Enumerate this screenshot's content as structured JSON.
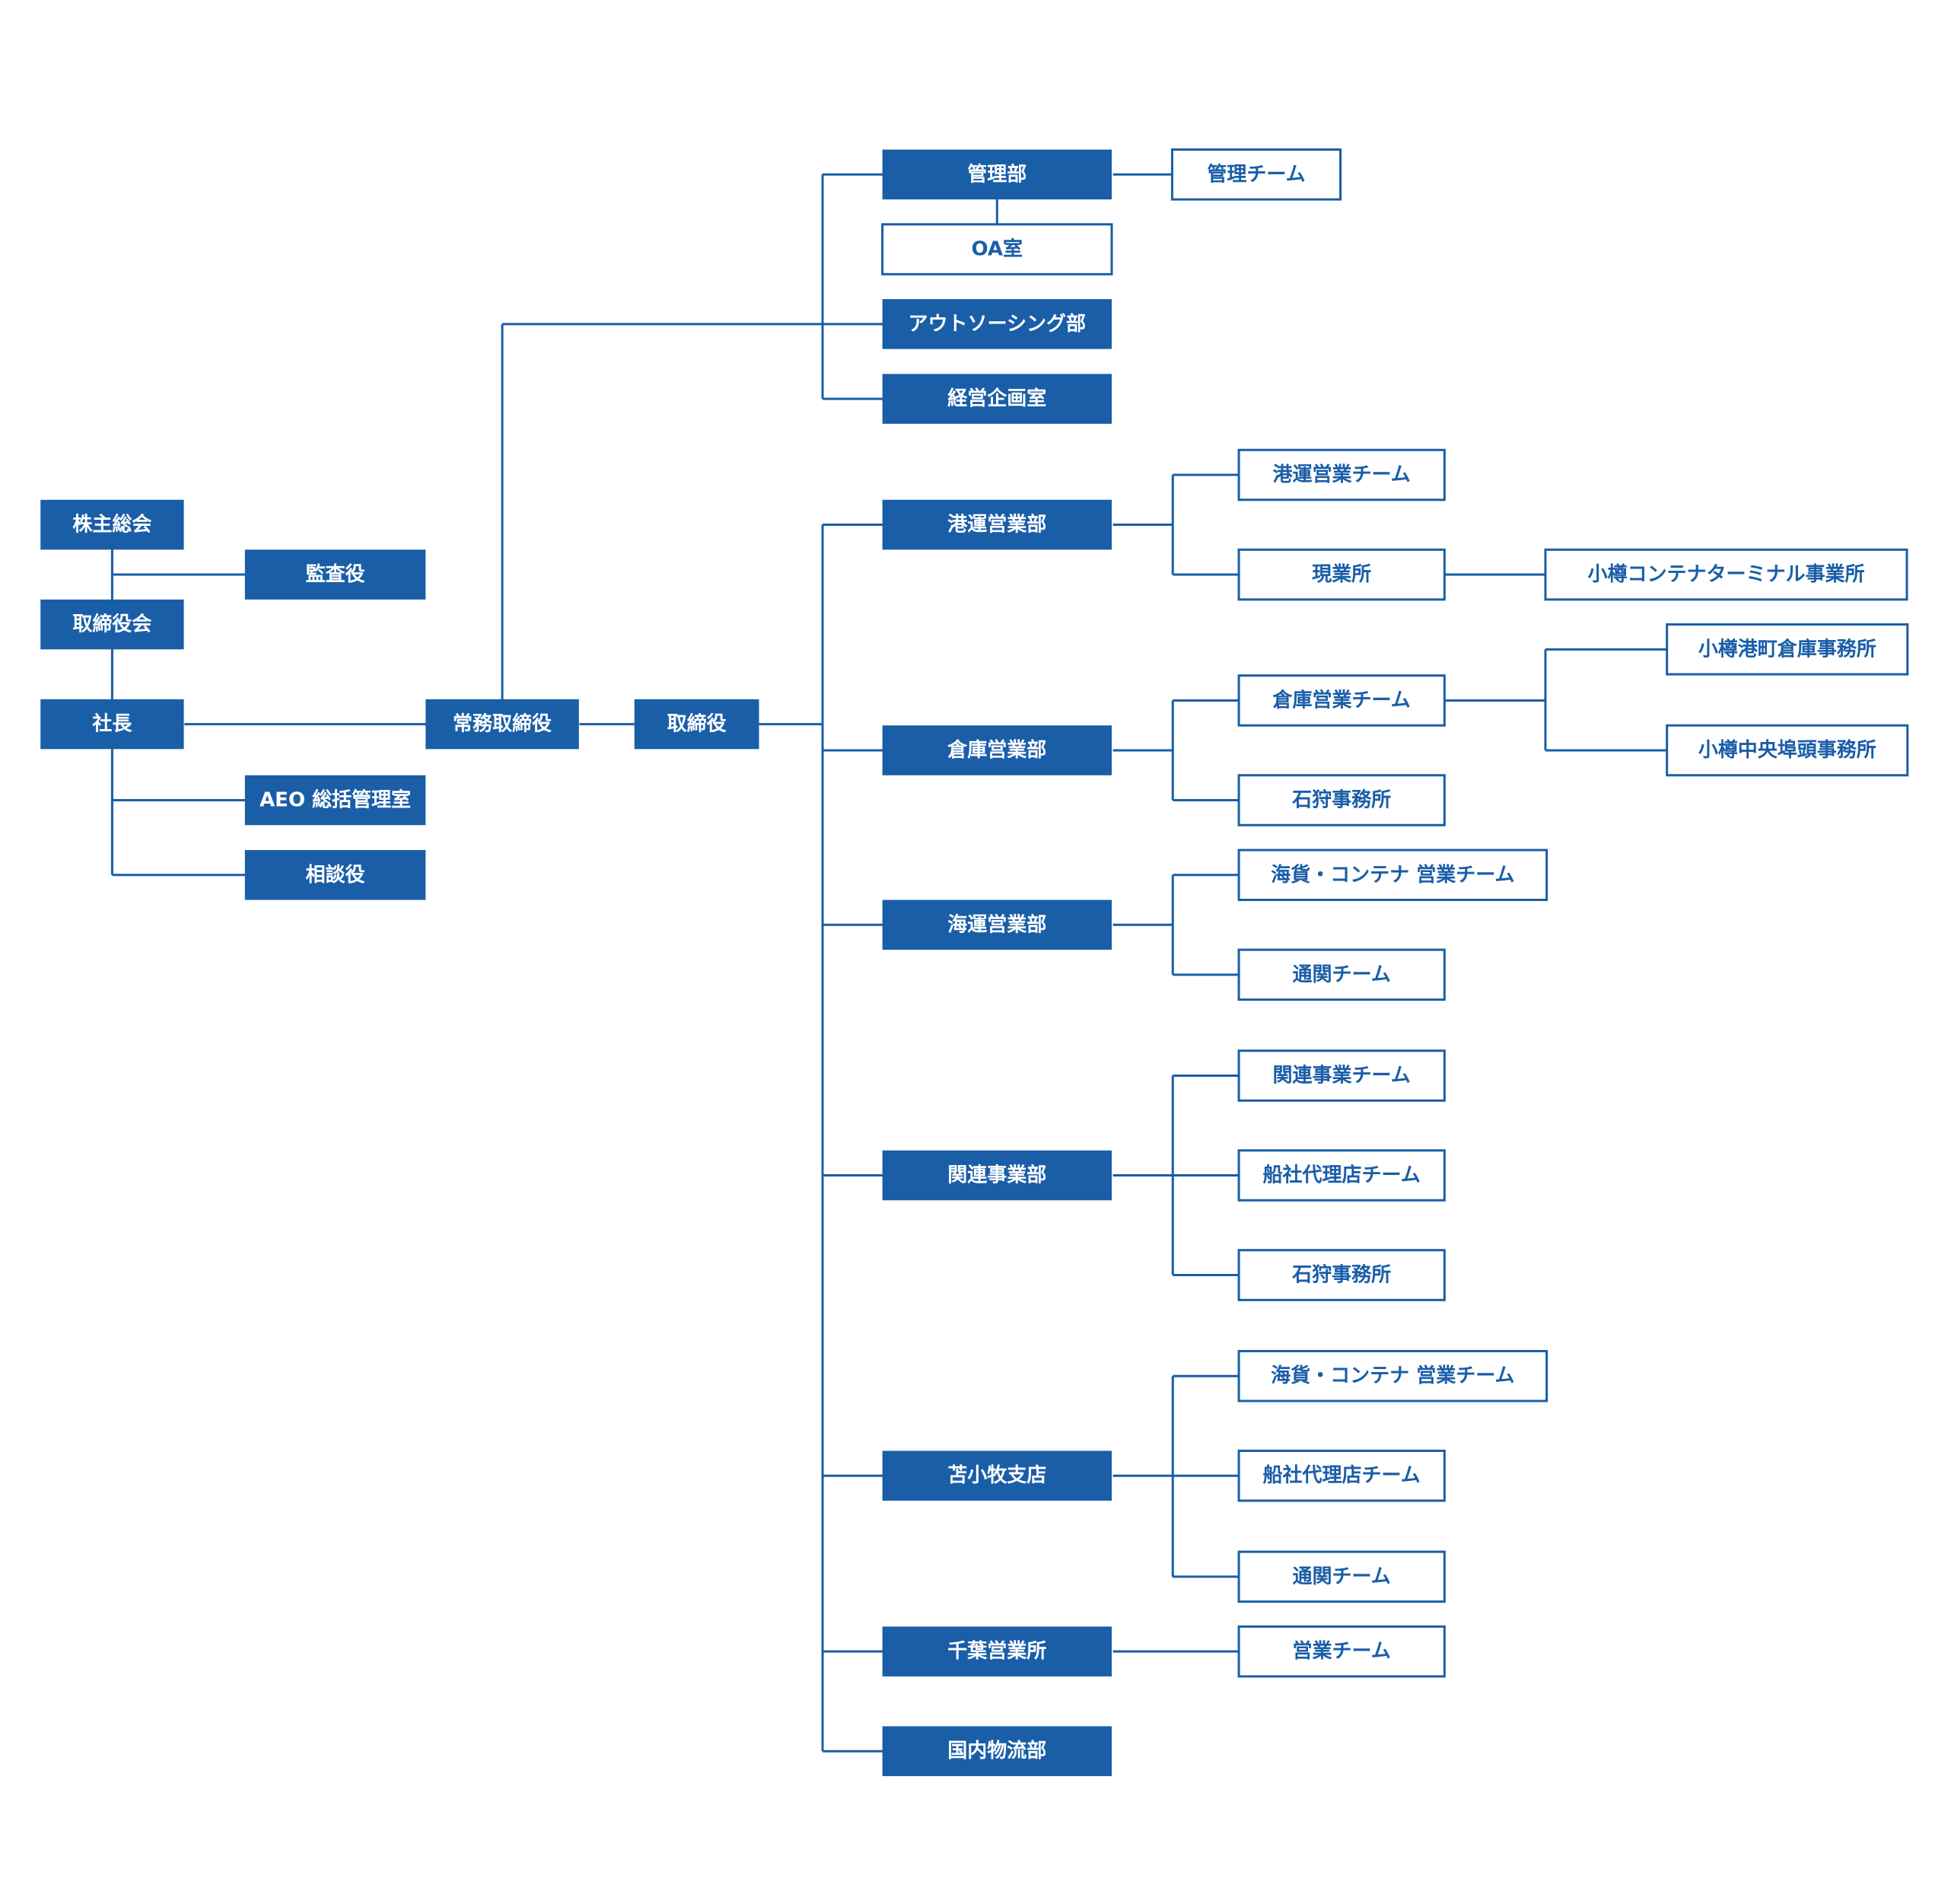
{
  "colors": {
    "primary": "#1a5ea8",
    "text_on_dark": "#ffffff",
    "background": "#ffffff"
  },
  "executive": {
    "shareholders": "株主総会",
    "auditor": "監査役",
    "board": "取締役会",
    "president": "社長",
    "aeo": "AEO 総括管理室",
    "advisor": "相談役",
    "managing_director": "常務取締役",
    "director": "取締役"
  },
  "upper_departments": {
    "admin": "管理部",
    "admin_team": "管理チーム",
    "oa_room": "OA室",
    "outsourcing": "アウトソーシング部",
    "planning": "経営企画室"
  },
  "divisions": [
    {
      "name": "港運営業部",
      "children": [
        {
          "name": "港運営業チーム"
        },
        {
          "name": "現業所",
          "children": [
            "小樽コンテナターミナル事業所"
          ]
        }
      ]
    },
    {
      "name": "倉庫営業部",
      "children": [
        {
          "name": "倉庫営業チーム",
          "children": [
            "小樽港町倉庫事務所",
            "小樽中央埠頭事務所"
          ]
        },
        {
          "name": "石狩事務所"
        }
      ]
    },
    {
      "name": "海運営業部",
      "children": [
        {
          "name": "海貨・コンテナ 営業チーム"
        },
        {
          "name": "通関チーム"
        }
      ]
    },
    {
      "name": "関連事業部",
      "children": [
        {
          "name": "関連事業チーム"
        },
        {
          "name": "船社代理店チーム"
        },
        {
          "name": "石狩事務所"
        }
      ]
    },
    {
      "name": "苫小牧支店",
      "children": [
        {
          "name": "海貨・コンテナ 営業チーム"
        },
        {
          "name": "船社代理店チーム"
        },
        {
          "name": "通関チーム"
        }
      ]
    },
    {
      "name": "千葉営業所",
      "children": [
        {
          "name": "営業チーム"
        }
      ]
    },
    {
      "name": "国内物流部",
      "children": []
    }
  ]
}
